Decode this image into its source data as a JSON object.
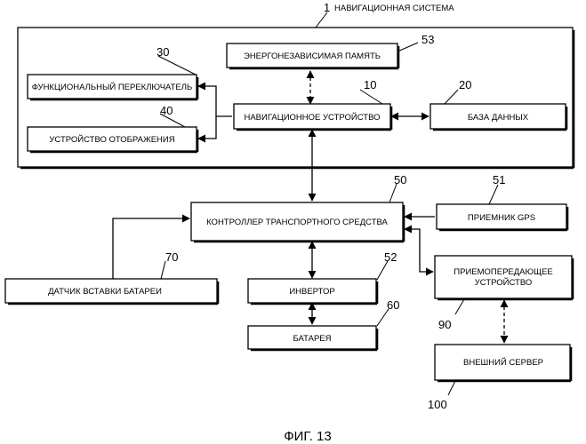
{
  "system": {
    "number": "1",
    "label": "НАВИГАЦИОННАЯ СИСТЕМА"
  },
  "blocks": {
    "memory": {
      "number": "53",
      "label": "ЭНЕРГОНЕЗАВИСИМАЯ ПАМЯТЬ"
    },
    "switch": {
      "number": "30",
      "label": "ФУНКЦИОНАЛЬНЫЙ ПЕРЕКЛЮЧАТЕЛЬ"
    },
    "navdevice": {
      "number": "10",
      "label": "НАВИГАЦИОННОЕ УСТРОЙСТВО"
    },
    "database": {
      "number": "20",
      "label": "БАЗА ДАННЫХ"
    },
    "display": {
      "number": "40",
      "label": "УСТРОЙСТВО ОТОБРАЖЕНИЯ"
    },
    "controller": {
      "number": "50",
      "label": "КОНТРОЛЛЕР ТРАНСПОРТНОГО СРЕДСТВА"
    },
    "gps": {
      "number": "51",
      "label": "ПРИЕМНИК GPS"
    },
    "sensor": {
      "number": "70",
      "label": "ДАТЧИК ВСТАВКИ БАТАРЕИ"
    },
    "inverter": {
      "number": "52",
      "label": "ИНВЕРТОР"
    },
    "transceiver": {
      "number": "90",
      "label_line1": "ПРИЕМОПЕРЕДАЮЩЕЕ",
      "label_line2": "УСТРОЙСТВО"
    },
    "battery": {
      "number": "60",
      "label": "БАТАРЕЯ"
    },
    "server": {
      "number": "100",
      "label": "ВНЕШНИЙ СЕРВЕР"
    }
  },
  "caption": "ФИГ. 13"
}
